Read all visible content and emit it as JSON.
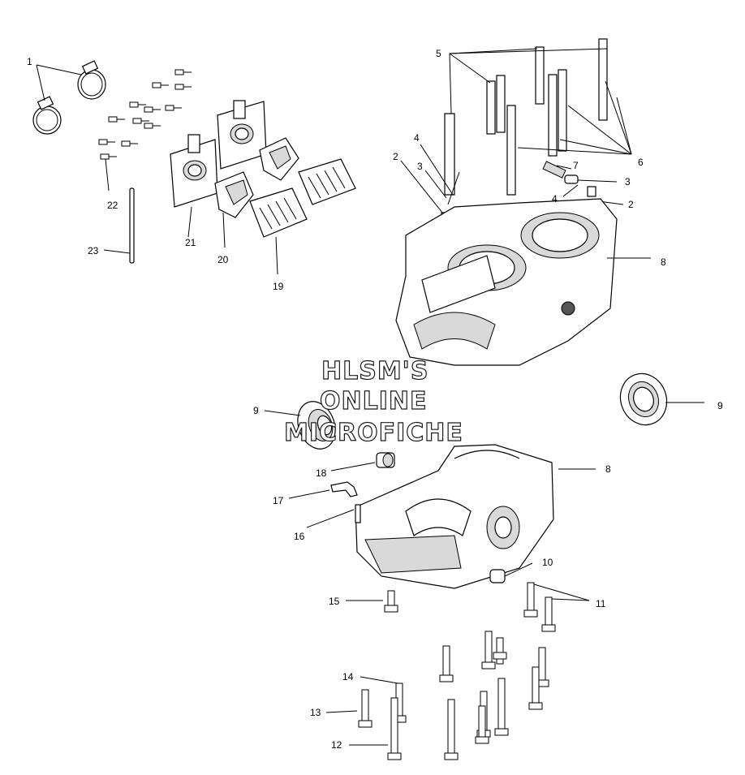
{
  "watermark": {
    "line1": "HLSM'S",
    "line2": "ONLINE",
    "line3": "MICROFICHE"
  },
  "callouts": {
    "n1": "1",
    "n2a": "2",
    "n2b": "2",
    "n3a": "3",
    "n3b": "3",
    "n4a": "4",
    "n4b": "4",
    "n5": "5",
    "n6": "6",
    "n7": "7",
    "n8a": "8",
    "n8b": "8",
    "n9a": "9",
    "n9b": "9",
    "n10": "10",
    "n11": "11",
    "n12": "12",
    "n13": "13",
    "n14": "14",
    "n15": "15",
    "n16": "16",
    "n17": "17",
    "n18": "18",
    "n19": "19",
    "n20": "20",
    "n21": "21",
    "n22": "22",
    "n23": "23"
  }
}
